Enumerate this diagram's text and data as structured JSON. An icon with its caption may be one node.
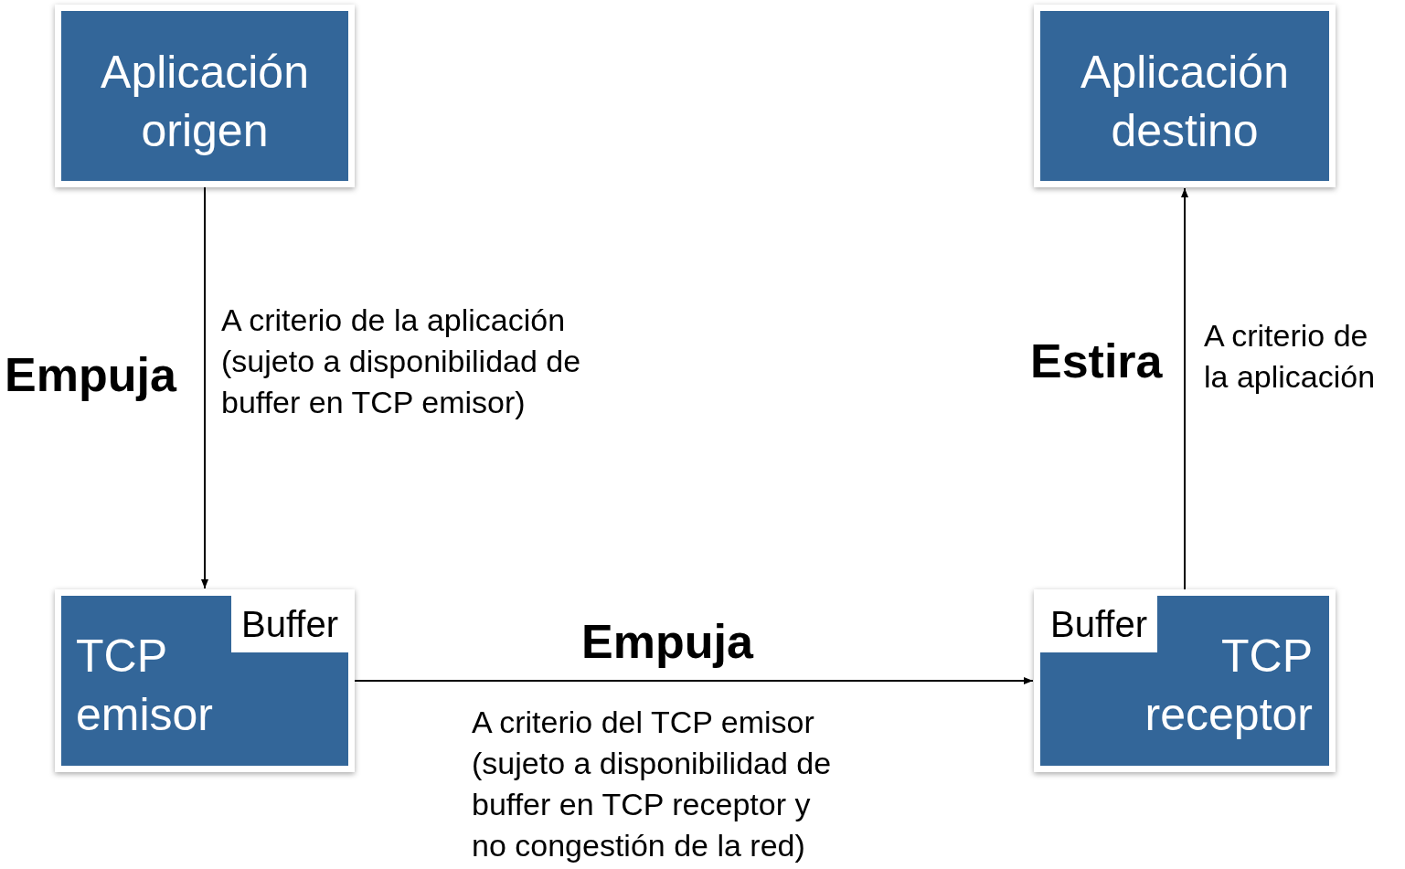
{
  "diagram": {
    "nodes": [
      {
        "text": [
          "Aplicación origen"
        ]
      },
      {
        "text": [
          "Aplicación destino"
        ]
      },
      {
        "text": [
          "TCP emisor"
        ]
      },
      {
        "text": [
          "Buffer"
        ],
        "in": 2
      },
      {
        "text": [
          "TCP receptor"
        ]
      },
      {
        "text": [
          "Buffer"
        ],
        "in": 4
      }
    ],
    "edges": [
      {
        "from": 0,
        "to": 2,
        "arrow": "to",
        "label": "Empuja"
      },
      {
        "from": 2,
        "to": 4,
        "arrow": "to",
        "label": "Empuja"
      },
      {
        "from": 4,
        "to": 1,
        "arrow": "to",
        "label": "Estira"
      }
    ],
    "labels": [
      "A criterio de la aplicación (sujeto a disponibilidad de buffer en TCP emisor)",
      "A criterio de la aplicación",
      "A criterio del TCP emisor (sujeto a disponibilidad de buffer en TCP receptor y no congestión de la red)"
    ]
  }
}
